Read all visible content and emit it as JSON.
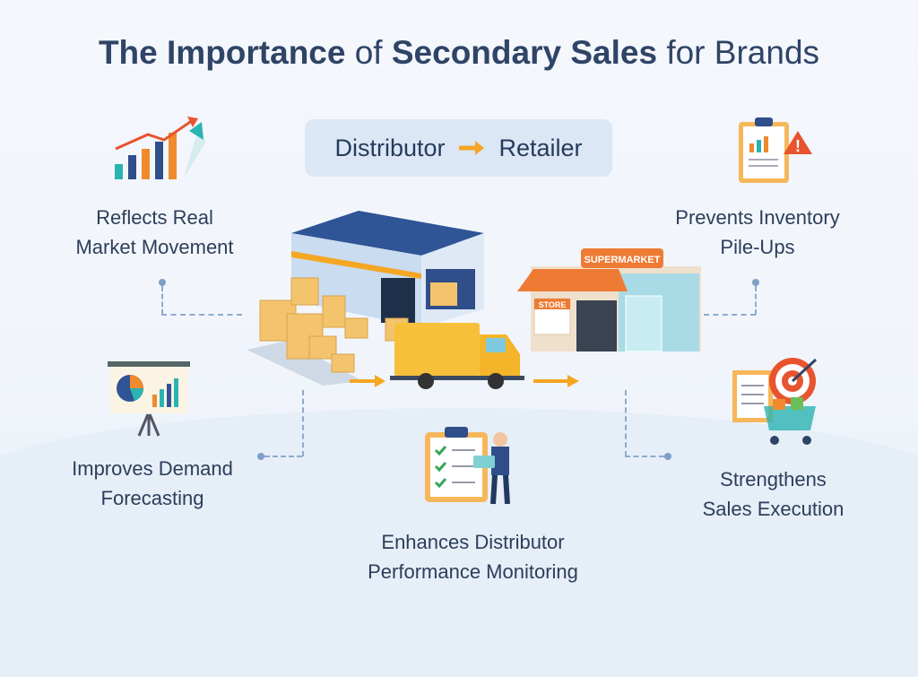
{
  "title": {
    "part1": "The Importance",
    "part2": "of",
    "part3": "Secondary Sales",
    "part4": "for Brands"
  },
  "flow": {
    "from": "Distributor",
    "to": "Retailer",
    "arrow_icon": "arrow-right-icon"
  },
  "illustration": {
    "supermarket_sign": "SUPERMARKET",
    "store_sign": "STORE"
  },
  "benefits": [
    {
      "line1": "Reflects Real",
      "line2": "Market Movement",
      "icon": "growth-chart-icon"
    },
    {
      "line1": "Prevents Inventory",
      "line2": "Pile-Ups",
      "icon": "clipboard-warning-icon"
    },
    {
      "line1": "Improves Demand",
      "line2": "Forecasting",
      "icon": "presentation-board-icon"
    },
    {
      "line1": "Enhances Distributor",
      "line2": "Performance Monitoring",
      "icon": "checklist-person-icon"
    },
    {
      "line1": "Strengthens",
      "line2": "Sales Execution",
      "icon": "target-cart-icon"
    }
  ],
  "colors": {
    "accent": "#f5a623",
    "navy": "#2f4466",
    "box": "#dce7f5"
  }
}
